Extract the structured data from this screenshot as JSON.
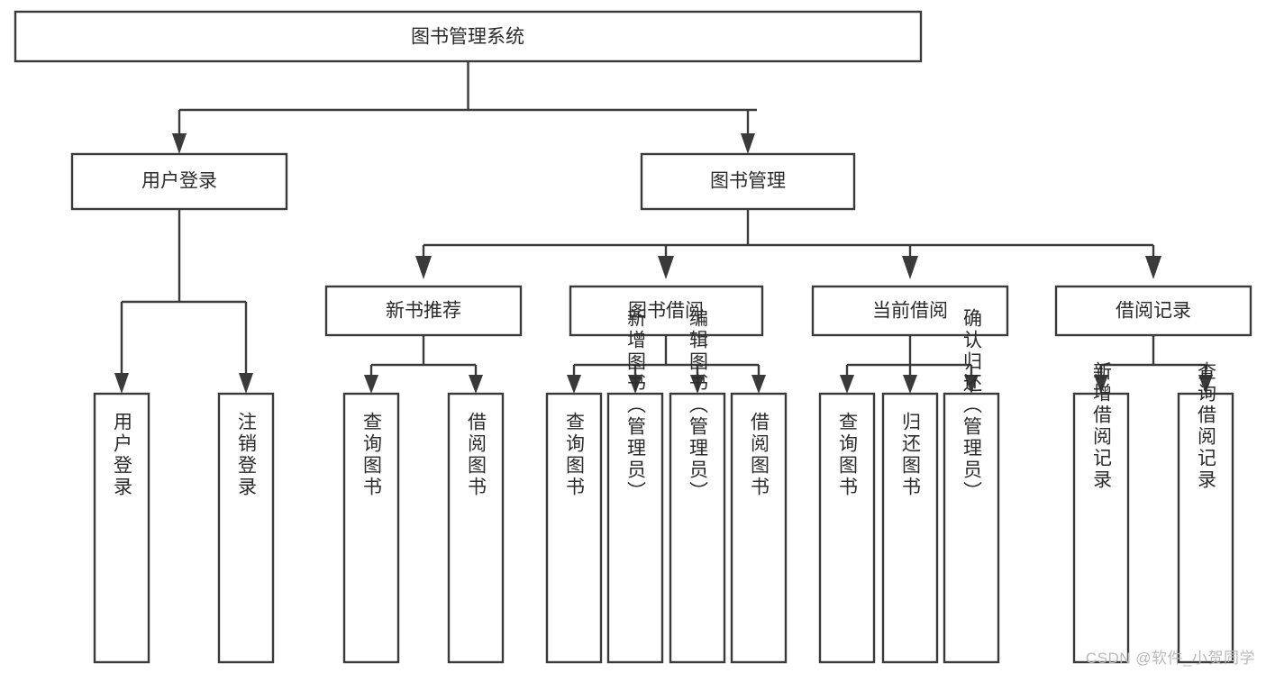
{
  "diagram": {
    "title": "图书管理系统",
    "type": "tree",
    "colors": {
      "box_stroke": "#3a3a3a",
      "box_fill": "#ffffff",
      "text": "#2b2b2b",
      "background": "#ffffff",
      "watermark": "#b9b9b9"
    },
    "levels": {
      "root": {
        "label": "图书管理系统"
      },
      "level2": [
        {
          "id": "user-login",
          "label": "用户登录"
        },
        {
          "id": "book-management",
          "label": "图书管理"
        }
      ],
      "level3": [
        {
          "id": "new-book-recommend",
          "label": "新书推荐",
          "parent": "book-management"
        },
        {
          "id": "book-borrow",
          "label": "图书借阅",
          "parent": "book-management"
        },
        {
          "id": "current-borrow",
          "label": "当前借阅",
          "parent": "book-management"
        },
        {
          "id": "borrow-record",
          "label": "借阅记录",
          "parent": "book-management"
        }
      ],
      "leaves": [
        {
          "id": "leaf-user-login",
          "label": "用户登录",
          "parent": "user-login"
        },
        {
          "id": "leaf-logout-login",
          "label": "注销登录",
          "parent": "user-login"
        },
        {
          "id": "leaf-query-book-1",
          "label": "查询图书",
          "parent": "new-book-recommend"
        },
        {
          "id": "leaf-borrow-book-1",
          "label": "借阅图书",
          "parent": "new-book-recommend"
        },
        {
          "id": "leaf-query-book-2",
          "label": "查询图书",
          "parent": "book-borrow"
        },
        {
          "id": "leaf-add-book",
          "label": "新增图书（管理员）",
          "parent": "book-borrow"
        },
        {
          "id": "leaf-edit-book",
          "label": "编辑图书（管理员）",
          "parent": "book-borrow"
        },
        {
          "id": "leaf-borrow-book-2",
          "label": "借阅图书",
          "parent": "book-borrow"
        },
        {
          "id": "leaf-query-book-3",
          "label": "查询图书",
          "parent": "current-borrow"
        },
        {
          "id": "leaf-return-book",
          "label": "归还图书",
          "parent": "current-borrow"
        },
        {
          "id": "leaf-confirm-return",
          "label": "确认归还（管理员）",
          "parent": "current-borrow"
        },
        {
          "id": "leaf-add-record",
          "label": "新增借阅记录",
          "parent": "borrow-record"
        },
        {
          "id": "leaf-query-record",
          "label": "查询借阅记录",
          "parent": "borrow-record"
        }
      ]
    }
  },
  "watermark": {
    "text": "CSDN @软件_小贺同学"
  }
}
